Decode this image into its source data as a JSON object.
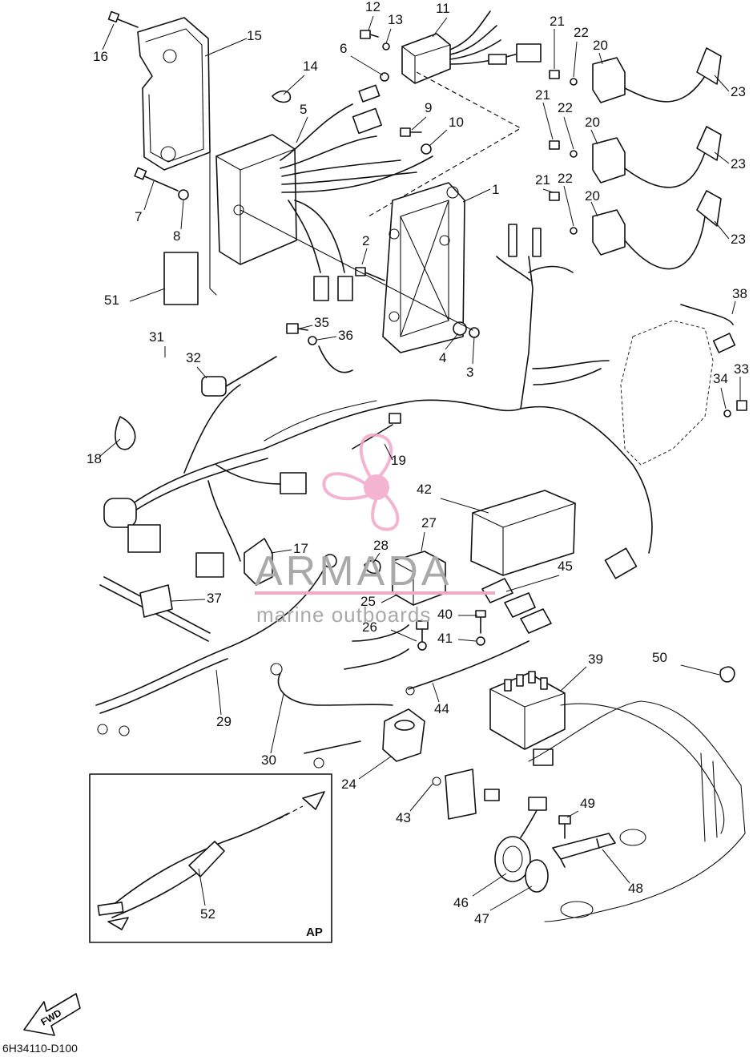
{
  "diagram": {
    "part_labels": [
      "1",
      "2",
      "3",
      "4",
      "5",
      "6",
      "7",
      "8",
      "9",
      "10",
      "11",
      "12",
      "13",
      "14",
      "15",
      "16",
      "17",
      "18",
      "19",
      "20",
      "20",
      "20",
      "21",
      "21",
      "21",
      "22",
      "22",
      "22",
      "23",
      "23",
      "23",
      "24",
      "25",
      "26",
      "27",
      "28",
      "29",
      "30",
      "31",
      "32",
      "33",
      "34",
      "35",
      "36",
      "37",
      "38",
      "39",
      "40",
      "41",
      "42",
      "43",
      "44",
      "45",
      "46",
      "47",
      "48",
      "49",
      "50",
      "51",
      "52"
    ],
    "inset_label": "AP",
    "direction_badge": "FWD",
    "drawing_code": "6H34110-D100"
  },
  "watermark": {
    "brand": "ARMADA",
    "tagline": "marine outboards",
    "logo_color": "#f0a8c8",
    "text_color": "#a9a9a9"
  }
}
